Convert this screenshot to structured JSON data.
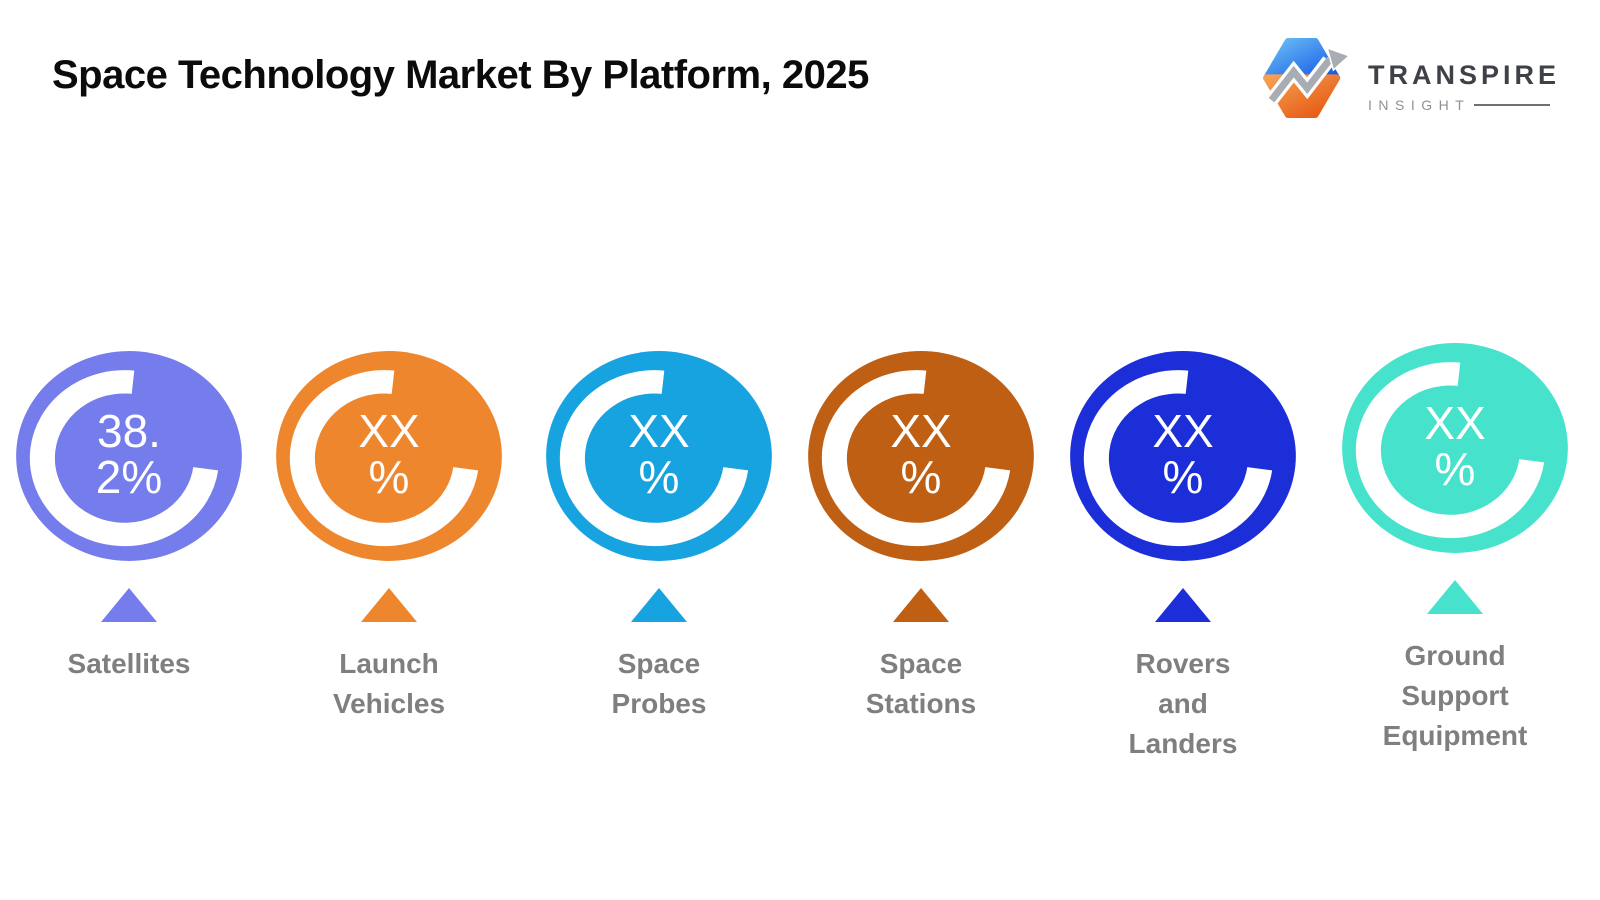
{
  "title": "Space Technology Market By Platform, 2025",
  "logo": {
    "brand": "TRANSPIRE",
    "sub": "INSIGHT"
  },
  "chart_data": {
    "type": "pie",
    "title": "Space Technology Market By Platform, 2025",
    "categories": [
      "Satellites",
      "Launch Vehicles",
      "Space Probes",
      "Space Stations",
      "Rovers and Landers",
      "Ground Support Equipment"
    ],
    "values": [
      "38.2%",
      "XX%",
      "XX%",
      "XX%",
      "XX%",
      "XX%"
    ],
    "legend_position": "below-each-gauge",
    "grid": false
  },
  "items": [
    {
      "label": "Satellites",
      "label_text": "Satellites",
      "value": "38.2%",
      "value_text": "38.\n2%",
      "color": "#757CEC"
    },
    {
      "label": "Launch Vehicles",
      "label_text": "Launch\nVehicles",
      "value": "XX%",
      "value_text": "XX\n%",
      "color": "#EE862E"
    },
    {
      "label": "Space Probes",
      "label_text": "Space\nProbes",
      "value": "XX%",
      "value_text": "XX\n%",
      "color": "#17A2E0"
    },
    {
      "label": "Space Stations",
      "label_text": "Space\nStations",
      "value": "XX%",
      "value_text": "XX\n%",
      "color": "#BE5F14"
    },
    {
      "label": "Rovers and Landers",
      "label_text": "Rovers\nand\nLanders",
      "value": "XX%",
      "value_text": "XX\n%",
      "color": "#1B2ED8"
    },
    {
      "label": "Ground Support Equipment",
      "label_text": "Ground\nSupport\nEquipment",
      "value": "XX%",
      "value_text": "XX\n%",
      "color": "#47E2CB"
    }
  ]
}
